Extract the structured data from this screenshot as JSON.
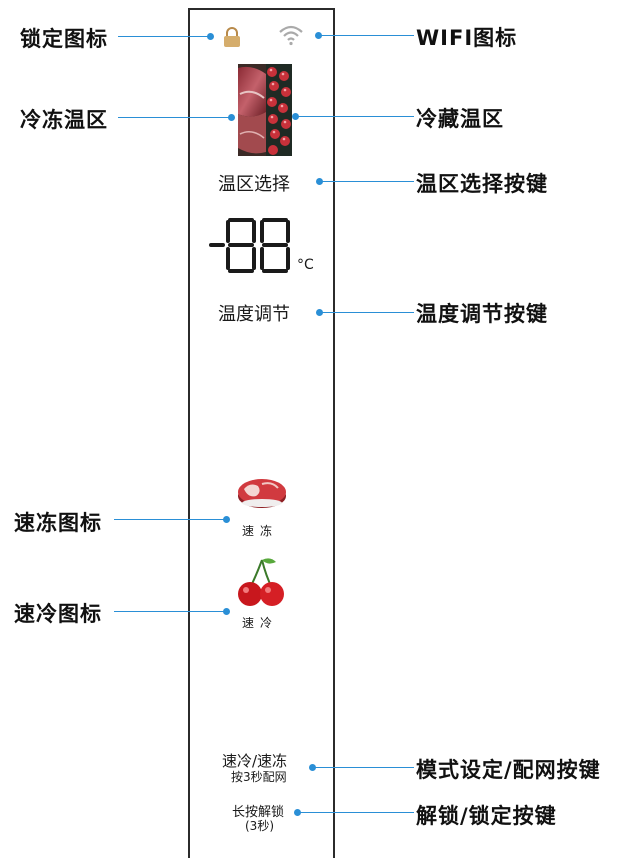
{
  "left_callouts": {
    "lock_icon": "锁定图标",
    "freezer_zone": "冷冻温区",
    "quick_freeze_icon": "速冻图标",
    "quick_cool_icon": "速冷图标"
  },
  "right_callouts": {
    "wifi_icon": "WIFI图标",
    "fridge_zone": "冷藏温区",
    "zone_select_key": "温区选择按键",
    "temp_adjust_key": "温度调节按键",
    "mode_network_key": "模式设定/配网按键",
    "unlock_lock_key": "解锁/锁定按键"
  },
  "panel": {
    "zone_select": "温区选择",
    "temp_display": "-88",
    "temp_unit": "°C",
    "temp_adjust": "温度调节",
    "quick_freeze_label": "速冻",
    "quick_cool_label": "速冷",
    "mode_button_line1": "速冷/速冻",
    "mode_button_line2": "按3秒配网",
    "unlock_line1": "长按解锁",
    "unlock_line2": "(3秒)"
  },
  "colors": {
    "accent_line": "#2a8fd6",
    "panel_border": "#2b2b2b",
    "lock": "#c9a060",
    "wifi": "#999999",
    "meat": "#c0392b",
    "cherry": "#d11f1f"
  }
}
